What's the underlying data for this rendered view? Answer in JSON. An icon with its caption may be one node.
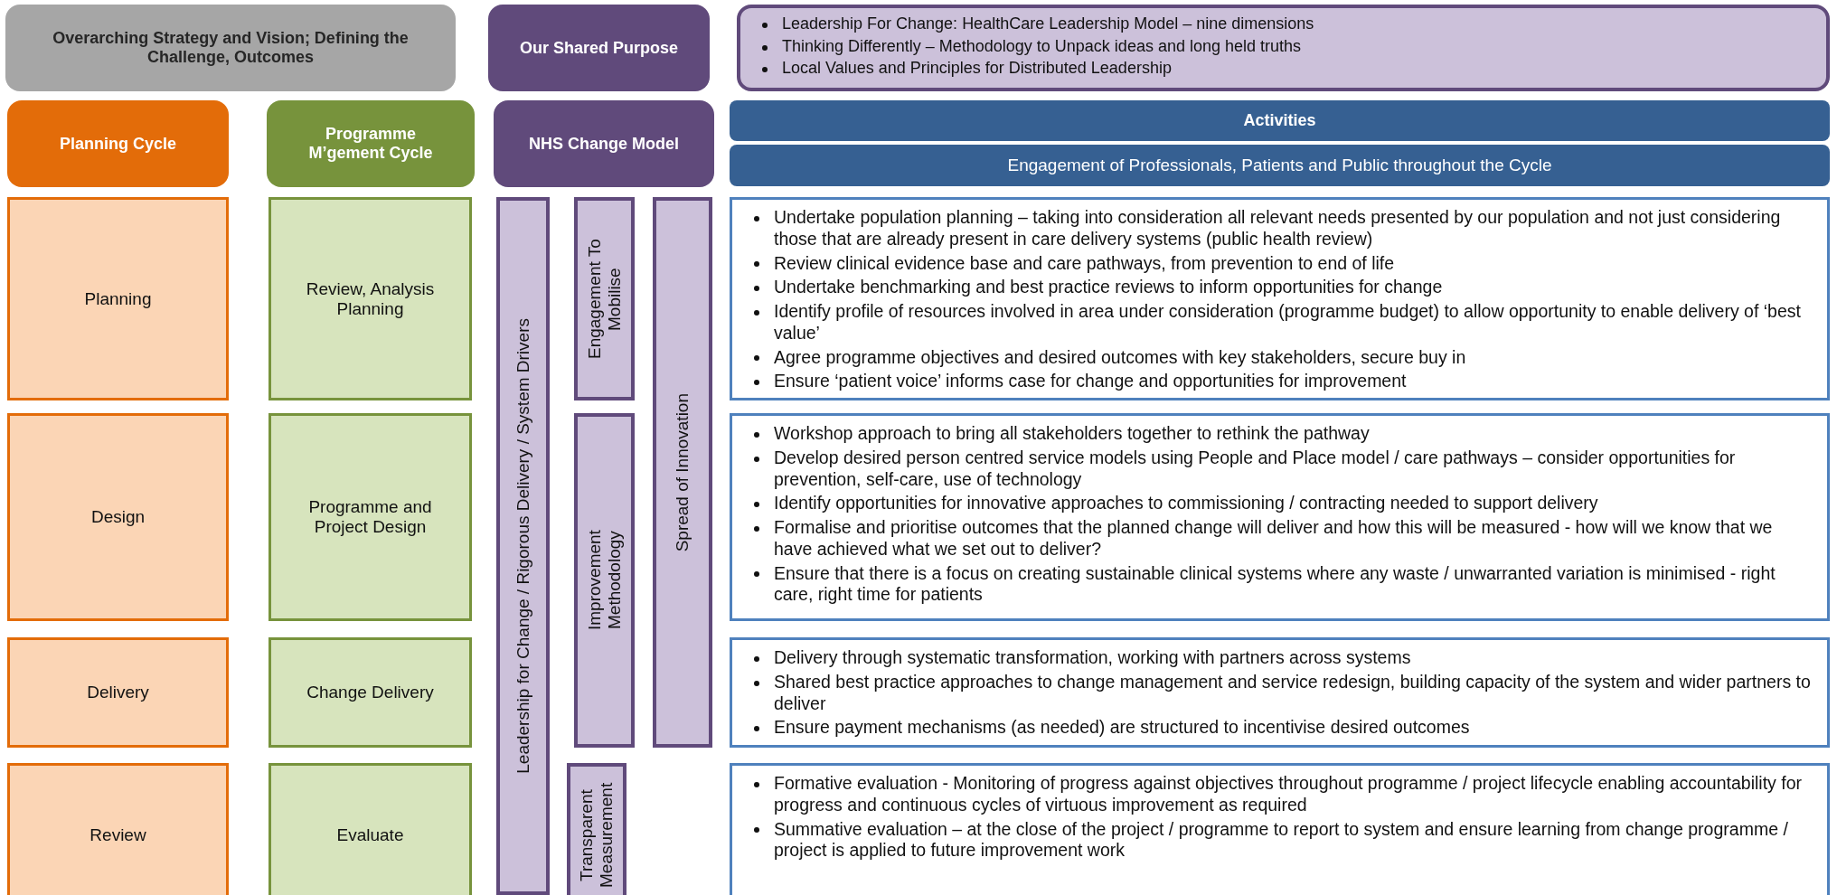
{
  "diagram": {
    "nodes": [
      {
        "text": [
          "Overarching Strategy and Vision; Defining the Challenge, Outcomes"
        ]
      },
      {
        "text": [
          "Our Shared Purpose"
        ]
      },
      {
        "text": [
          "Leadership For Change:  HealthCare Leadership Model – nine dimensions",
          "Thinking Differently – Methodology to Unpack ideas and long held truths",
          "Local Values and Principles for Distributed Leadership"
        ]
      },
      {
        "text": [
          "Planning Cycle"
        ]
      },
      {
        "text": [
          "Programme M’gement Cycle"
        ]
      },
      {
        "text": [
          "NHS Change Model"
        ]
      },
      {
        "text": [
          "Activities"
        ]
      },
      {
        "text": [
          "Engagement of Professionals, Patients and Public throughout the Cycle"
        ]
      },
      {
        "text": [
          "Planning"
        ]
      },
      {
        "text": [
          "Review, Analysis Planning"
        ]
      },
      {
        "text": [
          "Leadership for Change / Rigorous Delivery  / System Drivers"
        ]
      },
      {
        "text": [
          "Engagement To Mobilise"
        ]
      },
      {
        "text": [
          "Spread of Innovation"
        ]
      },
      {
        "text": [
          "Undertake population planning – taking into consideration all relevant needs presented by our population and not just considering those that are already present in care delivery systems  (public health review)",
          "Review clinical evidence base and care pathways, from prevention to end of life",
          "Undertake benchmarking and best practice reviews to inform opportunities for change",
          "Identify profile of resources involved in area under consideration  (programme budget) to allow opportunity to enable delivery of ‘best value’",
          "Agree programme objectives and desired outcomes with key stakeholders, secure buy in",
          "Ensure ‘patient voice’ informs case for change and opportunities for improvement"
        ]
      },
      {
        "text": [
          "Design"
        ]
      },
      {
        "text": [
          "Programme and Project Design"
        ]
      },
      {
        "text": [
          "Improvement Methodology"
        ]
      },
      {
        "text": [
          "Workshop approach to bring all stakeholders together to rethink the pathway",
          "Develop desired person centred service models using People and Place model / care pathways – consider opportunities for prevention, self-care, use of technology",
          "Identify opportunities for innovative approaches to commissioning / contracting needed to support delivery",
          "Formalise and prioritise outcomes that the planned change will deliver and how this will be measured - how will we know that we have achieved what we set out to deliver?",
          "Ensure that there is a focus on creating sustainable clinical systems where any waste / unwarranted variation is minimised - right care, right time for patients"
        ]
      },
      {
        "text": [
          "Delivery"
        ]
      },
      {
        "text": [
          "Change Delivery"
        ]
      },
      {
        "text": [
          "Delivery through systematic transformation, working with partners across systems",
          "Shared best practice approaches to change management and service redesign, building capacity of the system and wider partners to deliver",
          "Ensure payment mechanisms (as needed) are structured to incentivise desired outcomes"
        ]
      },
      {
        "text": [
          "Review"
        ]
      },
      {
        "text": [
          "Evaluate"
        ]
      },
      {
        "text": [
          "Transparent Measurement"
        ]
      },
      {
        "text": [
          "Formative evaluation - Monitoring of progress against objectives throughout programme / project lifecycle enabling accountability for progress and continuous cycles of virtuous improvement as required",
          "Summative evaluation – at the close of the project / programme to report to system and ensure learning from change programme / project is applied to future improvement work"
        ]
      }
    ]
  }
}
